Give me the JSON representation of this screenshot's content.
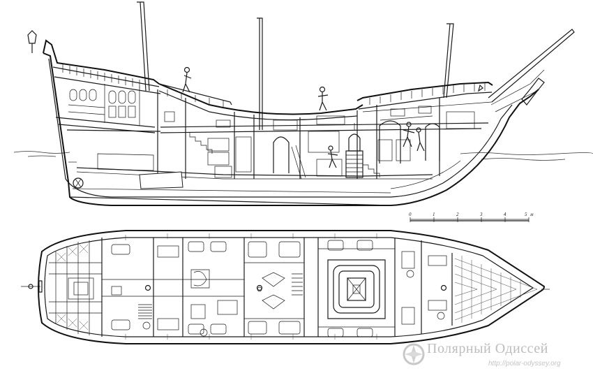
{
  "scale": {
    "ticks": [
      "0",
      "1",
      "2",
      "3",
      "4",
      "5"
    ],
    "unit": "м"
  },
  "watermark": {
    "title": "Полярный Одиссей",
    "url": "http://polar-odyssey.org"
  }
}
